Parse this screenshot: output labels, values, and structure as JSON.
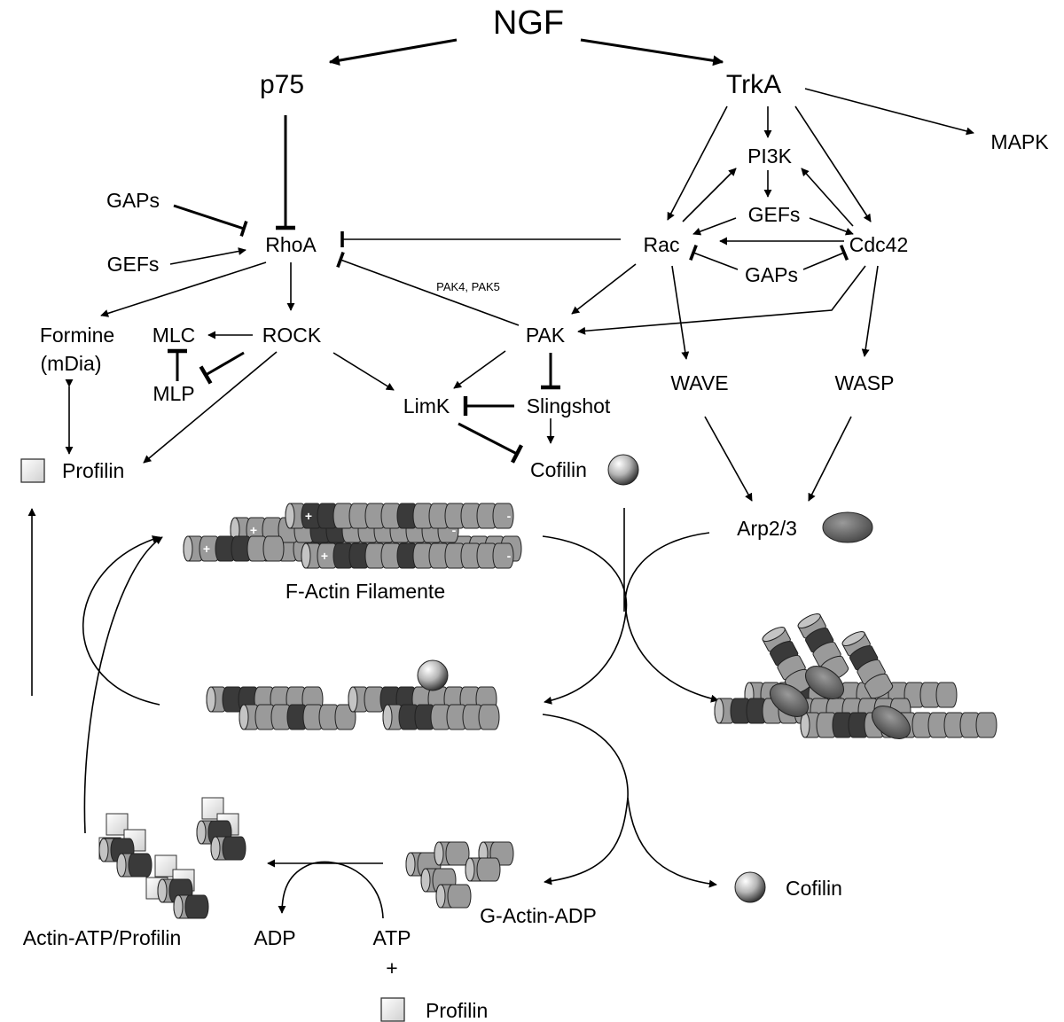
{
  "nodes": {
    "ngf": "NGF",
    "p75": "p75",
    "trka": "TrkA",
    "mapk": "MAPK",
    "pi3k": "PI3K",
    "gefs_right": "GEFs",
    "rac": "Rac",
    "cdc42": "Cdc42",
    "gaps_right": "GAPs",
    "gaps_left": "GAPs",
    "gefs_left": "GEFs",
    "rhoa": "RhoA",
    "pak_note": "PAK4, PAK5",
    "formine": "Formine",
    "mdia": "(mDia)",
    "mlc": "MLC",
    "rock": "ROCK",
    "pak": "PAK",
    "mlp": "MLP",
    "limk": "LimK",
    "slingshot": "Slingshot",
    "wave": "WAVE",
    "wasp": "WASP",
    "profilin_top": "Profilin",
    "cofilin_top": "Cofilin",
    "arp23": "Arp2/3",
    "f_actin": "F-Actin Filamente",
    "cofilin_bottom": "Cofilin",
    "g_actin_adp": "G-Actin-ADP",
    "actin_atp_profilin": "Actin-ATP/Profilin",
    "adp": "ADP",
    "atp": "ATP",
    "plus_sign": "+",
    "profilin_bottom": "Profilin"
  },
  "filament_marks": {
    "plus": "+",
    "minus": "-"
  },
  "colors": {
    "line": "#000000",
    "actin": "#9a9a9a",
    "actin_dark": "#3a3a3a",
    "profilin": "#e8e8e8"
  }
}
